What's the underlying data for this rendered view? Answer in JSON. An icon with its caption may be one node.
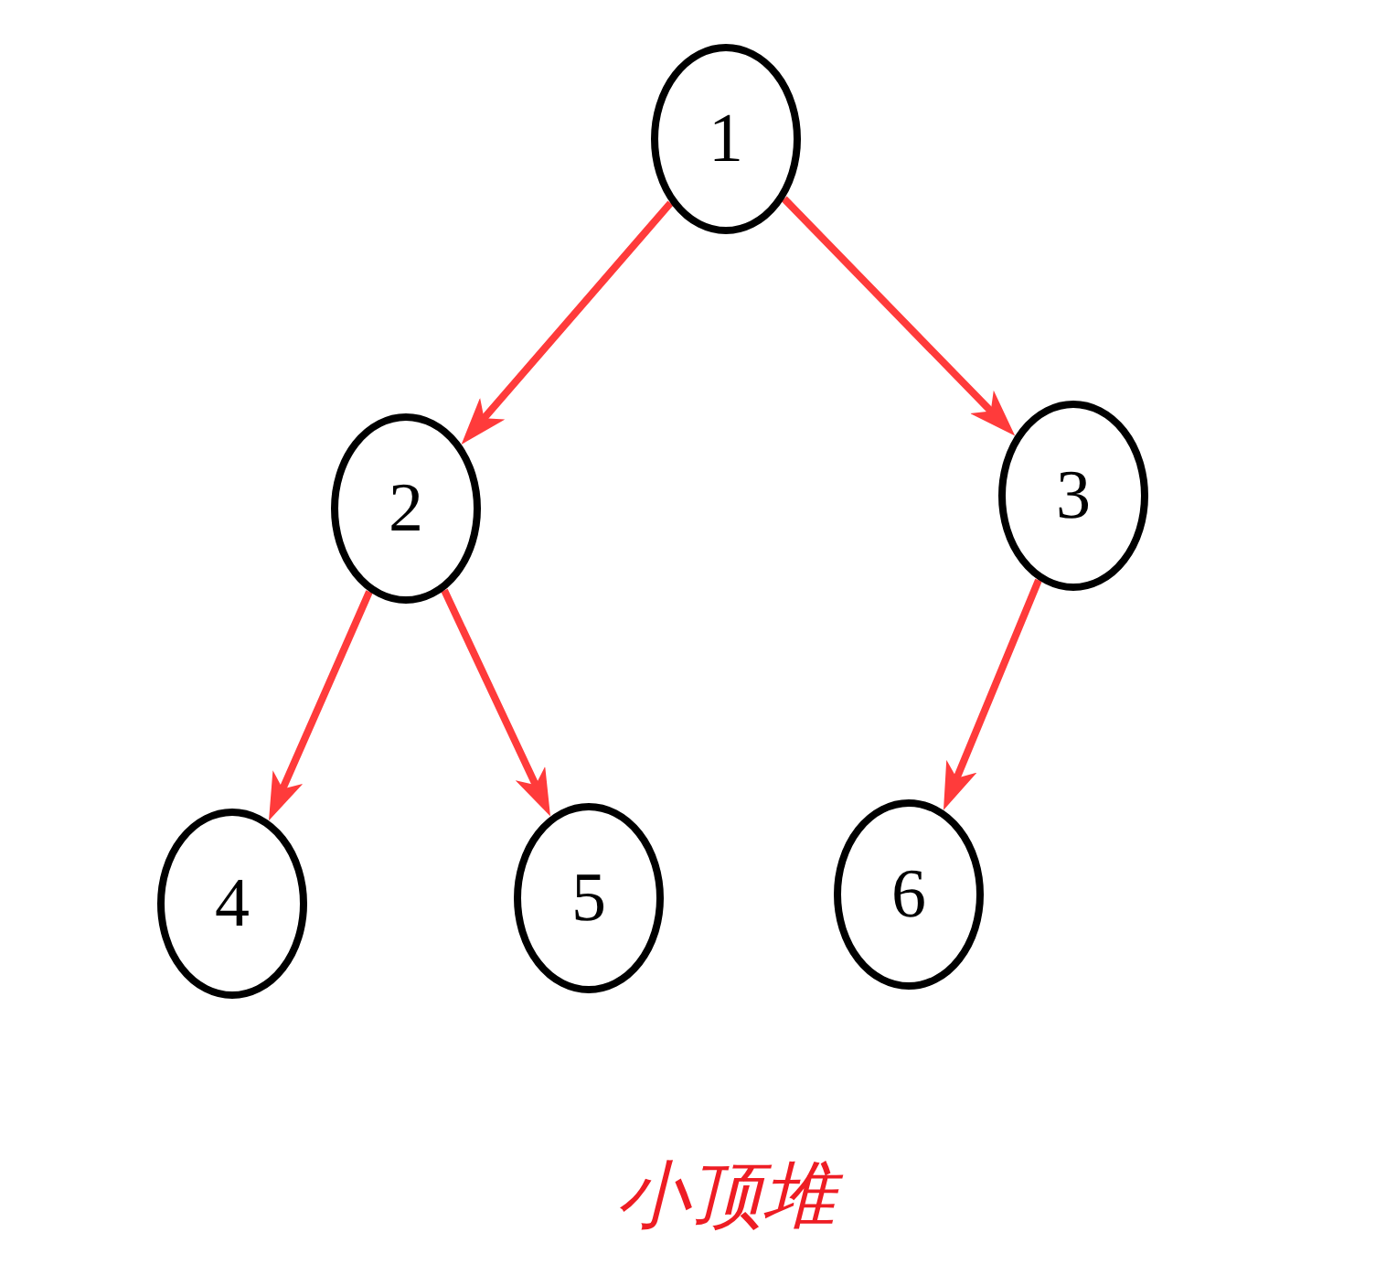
{
  "diagram": {
    "caption": "小顶堆",
    "nodes": [
      {
        "text": [
          "1"
        ]
      },
      {
        "text": [
          "2"
        ]
      },
      {
        "text": [
          "3"
        ]
      },
      {
        "text": [
          "4"
        ]
      },
      {
        "text": [
          "5"
        ]
      },
      {
        "text": [
          "6"
        ]
      }
    ],
    "edges": [
      {
        "from": 0,
        "to": 1,
        "arrow": "to"
      },
      {
        "from": 0,
        "to": 2,
        "arrow": "to"
      },
      {
        "from": 1,
        "to": 3,
        "arrow": "to"
      },
      {
        "from": 1,
        "to": 4,
        "arrow": "to"
      },
      {
        "from": 2,
        "to": 5,
        "arrow": "to"
      }
    ]
  }
}
